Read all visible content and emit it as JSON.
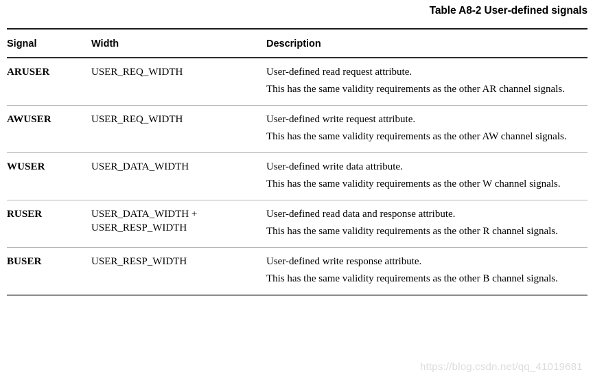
{
  "caption": "Table A8-2 User-defined signals",
  "table": {
    "columns": [
      {
        "key": "signal",
        "label": "Signal"
      },
      {
        "key": "width",
        "label": "Width"
      },
      {
        "key": "description",
        "label": "Description"
      }
    ],
    "rows": [
      {
        "signal": "ARUSER",
        "width_lines": [
          "USER_REQ_WIDTH"
        ],
        "desc_lines": [
          "User-defined read request attribute.",
          "This has the same validity requirements as the other AR channel signals."
        ]
      },
      {
        "signal": "AWUSER",
        "width_lines": [
          "USER_REQ_WIDTH"
        ],
        "desc_lines": [
          "User-defined write request attribute.",
          "This has the same validity requirements as the other AW channel signals."
        ]
      },
      {
        "signal": "WUSER",
        "width_lines": [
          "USER_DATA_WIDTH"
        ],
        "desc_lines": [
          "User-defined write data attribute.",
          "This has the same validity requirements as the other W channel signals."
        ]
      },
      {
        "signal": "RUSER",
        "width_lines": [
          "USER_DATA_WIDTH +",
          "USER_RESP_WIDTH"
        ],
        "desc_lines": [
          "User-defined read data and response attribute.",
          "This has the same validity requirements as the other R channel signals."
        ]
      },
      {
        "signal": "BUSER",
        "width_lines": [
          "USER_RESP_WIDTH"
        ],
        "desc_lines": [
          "User-defined write response attribute.",
          "This has the same validity requirements as the other B channel signals."
        ]
      }
    ]
  },
  "watermark": {
    "text": "https://blog.csdn.net/qq_41019681",
    "color": "#dcdcdc"
  },
  "colors": {
    "text": "#000000",
    "rule_top": "#1c1c1c",
    "rule_header": "#2e2e2e",
    "rule_row": "#b7b7b7",
    "rule_bottom": "#8c8c8c",
    "background": "#ffffff"
  }
}
